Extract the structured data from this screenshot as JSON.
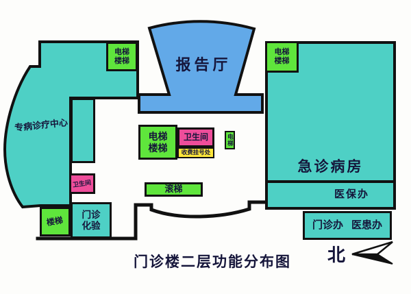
{
  "title": "门诊楼二层功能分布图",
  "colors": {
    "room_teal": "#4ed0c5",
    "hall_blue": "#62a9e8",
    "box_green": "#5fe53c",
    "box_pink": "#ee4d9a",
    "box_yellow": "#ffe73a",
    "wall_black": "#111111",
    "text_dark": "#15153a"
  },
  "rooms": {
    "specialty_center": "专病诊疗中心",
    "report_hall": "报告厅",
    "emergency_ward": "急诊病房",
    "insurance_office": "医保办",
    "outpatient_office": "门诊办",
    "doctor_patient_office": "医患办",
    "lab_line1": "门诊",
    "lab_line2": "化验",
    "elevator": "电梯",
    "stairs": "楼梯",
    "escalator": "滚梯",
    "restroom": "卫生间",
    "fee_registration": "收费挂号处"
  },
  "compass": {
    "north": "北"
  }
}
